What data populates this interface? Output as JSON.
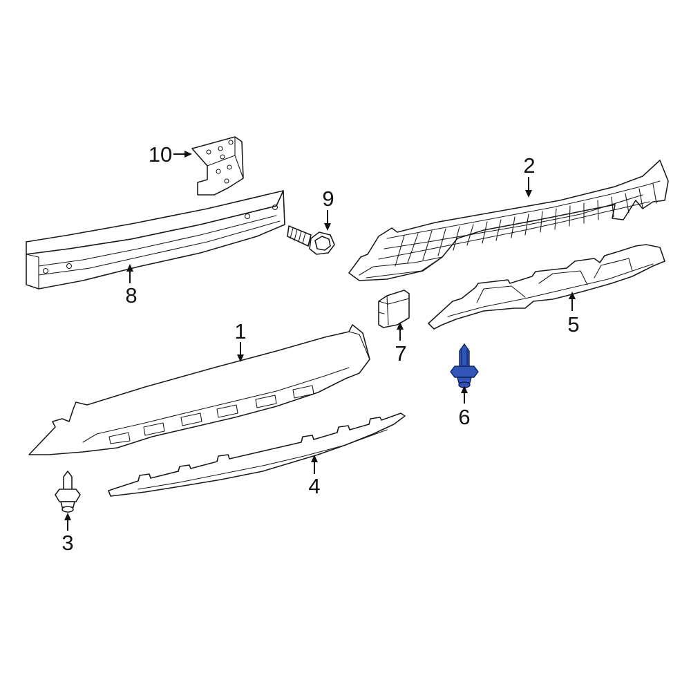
{
  "diagram": {
    "highlight_color": "#2f56b8",
    "callouts": [
      {
        "id": "1",
        "label": "1"
      },
      {
        "id": "2",
        "label": "2"
      },
      {
        "id": "3",
        "label": "3"
      },
      {
        "id": "4",
        "label": "4"
      },
      {
        "id": "5",
        "label": "5"
      },
      {
        "id": "6",
        "label": "6",
        "highlighted": true
      },
      {
        "id": "7",
        "label": "7"
      },
      {
        "id": "8",
        "label": "8"
      },
      {
        "id": "9",
        "label": "9"
      },
      {
        "id": "10",
        "label": "10"
      }
    ]
  }
}
